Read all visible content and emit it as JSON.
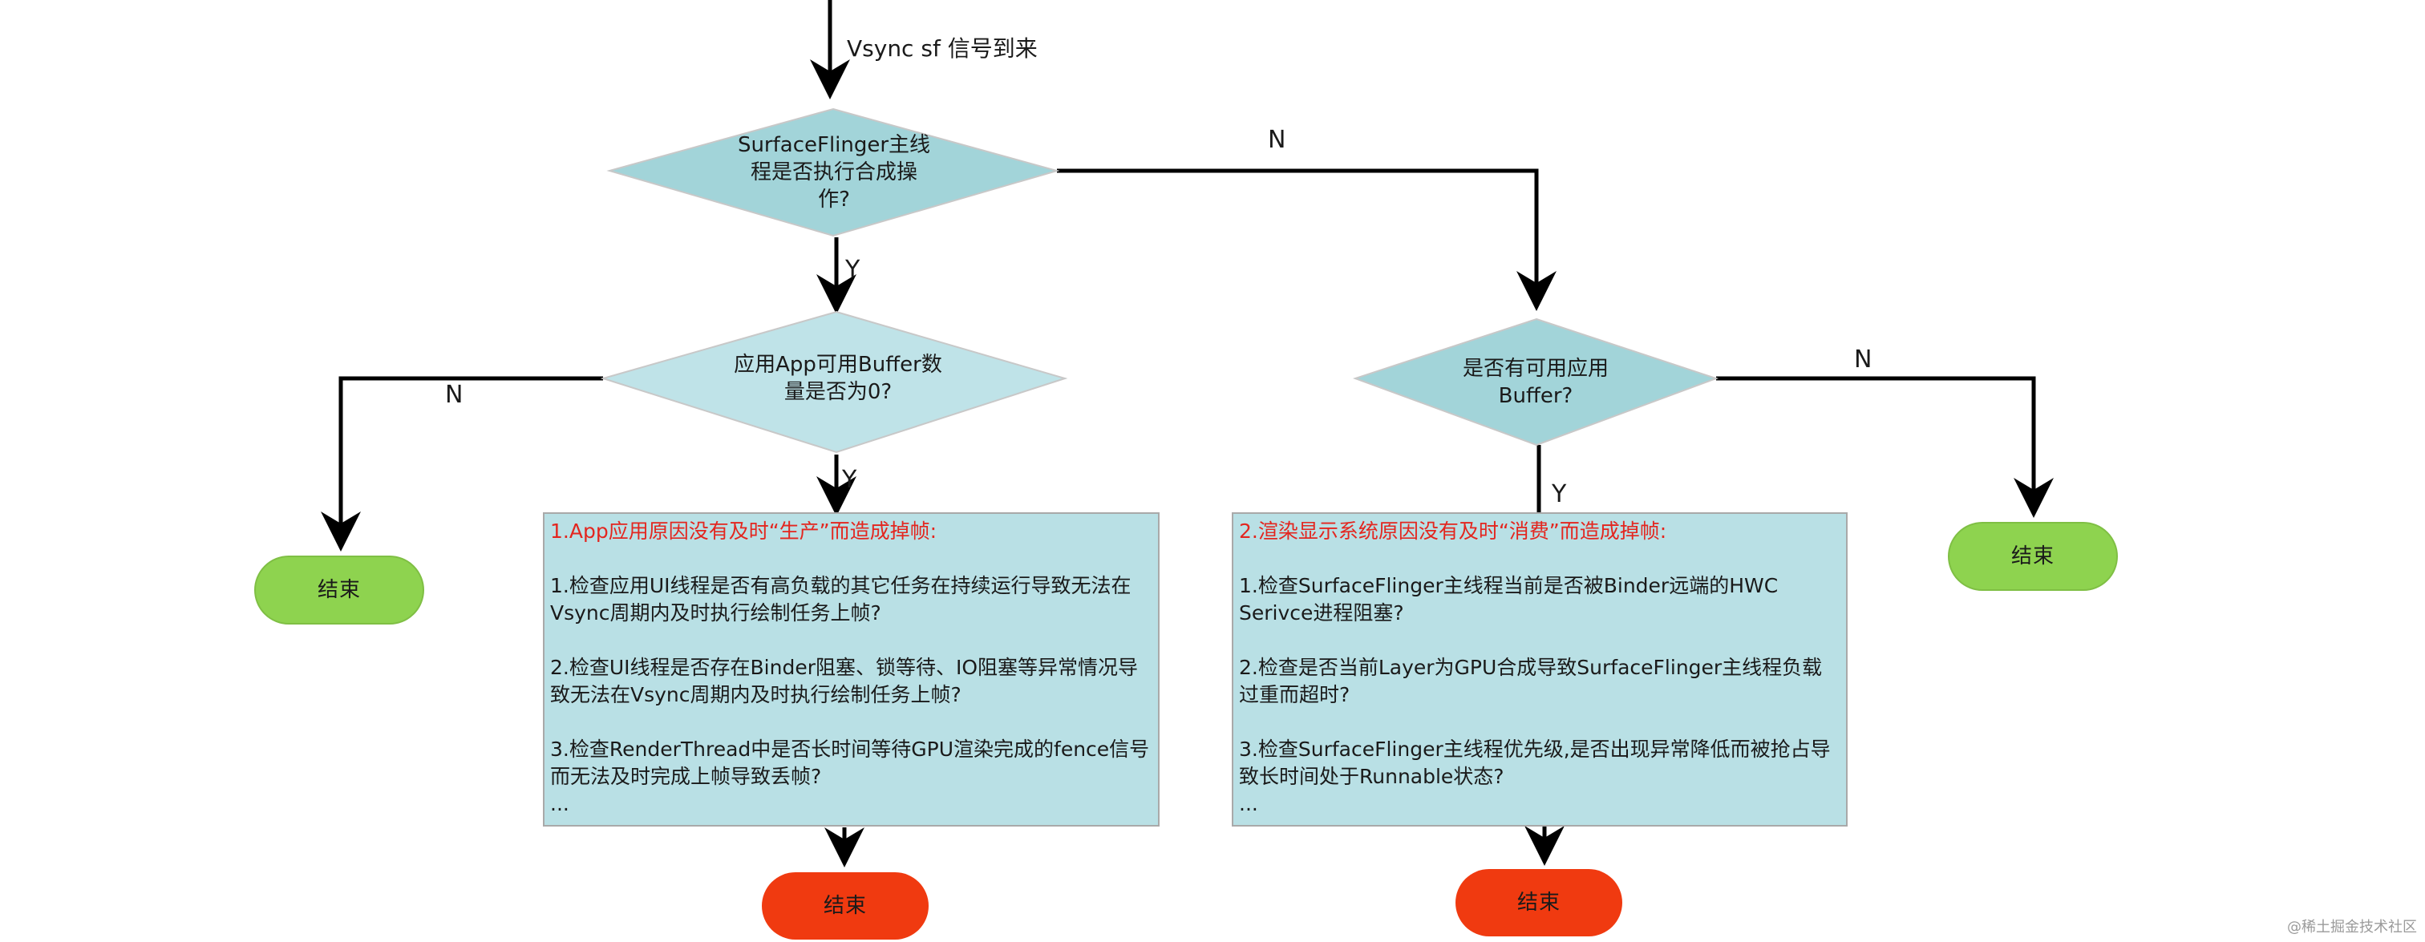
{
  "labels": {
    "vsync": "Vsync sf 信号到来",
    "y": "Y",
    "n": "N"
  },
  "diamonds": {
    "sf_main": [
      "SurfaceFlinger主线",
      "程是否执行合成操",
      "作?"
    ],
    "app_buffer": [
      "应用App可用Buffer数",
      "量是否为0?"
    ],
    "has_buffer": [
      "是否有可用应用",
      "Buffer?"
    ]
  },
  "terminals": {
    "end": "结束"
  },
  "box_app": {
    "title": "1.App应用原因没有及时“生产”而造成掉帧:",
    "items": [
      "1.检查应用UI线程是否有高负载的其它任务在持续运行导致无法在Vsync周期内及时执行绘制任务上帧?",
      "2.检查UI线程是否存在Binder阻塞、锁等待、IO阻塞等异常情况导致无法在Vsync周期内及时执行绘制任务上帧?",
      "3.检查RenderThread中是否长时间等待GPU渲染完成的fence信号而无法及时完成上帧导致丢帧?\n..."
    ]
  },
  "box_sf": {
    "title": "2.渲染显示系统原因没有及时“消费”而造成掉帧:",
    "items": [
      "1.检查SurfaceFlinger主线程当前是否被Binder远端的HWC Serivce进程阻塞?",
      "2.检查是否当前Layer为GPU合成导致SurfaceFlinger主线程负载过重而超时?",
      "3.检查SurfaceFlinger主线程优先级,是否出现异常降低而被抢占导致长时间处于Runnable状态?\n..."
    ]
  },
  "watermark": "@稀土掘金技术社区",
  "colors": {
    "diamond_dark": "#a2d4d9",
    "diamond_light": "#bfe3e8",
    "box_fill": "#b9e0e5",
    "box_border": "#a9a9a9",
    "terminal_green": "#8ed34f",
    "terminal_red": "#f03a10",
    "line": "#000000",
    "title_red": "#e3261f"
  }
}
